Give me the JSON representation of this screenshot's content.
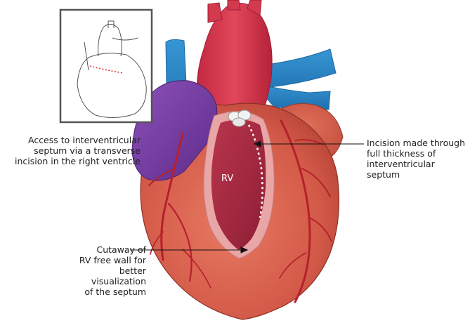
{
  "labels": {
    "access": [
      "Access to interventricular",
      "septum via a transverse",
      "incision in the right ventricle"
    ],
    "incision": [
      "Incision made through",
      "full thickness of",
      "interventricular septum"
    ],
    "cutaway": [
      "Cutaway of",
      "RV free wall for",
      "better visualization",
      "of the septum"
    ],
    "chamber": "RV"
  },
  "colors": {
    "heart": "#d9604f",
    "aorta": "#d63a4e",
    "vein": "#2b84c4",
    "atrium": "#7a3fa8",
    "cavity": "#a82a44",
    "vessel": "#b5202c"
  }
}
